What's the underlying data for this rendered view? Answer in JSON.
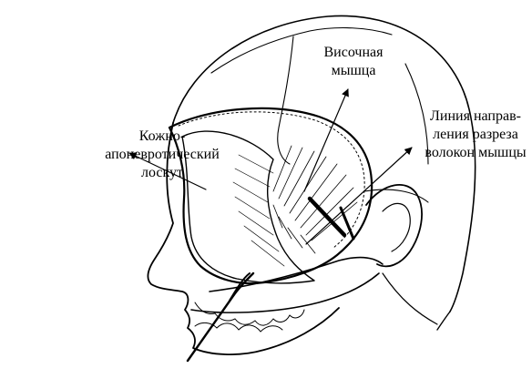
{
  "labels": {
    "skin_flap": {
      "lines": [
        "Кожно-",
        "апоневротический",
        "лоскут"
      ]
    },
    "temporal_muscle": {
      "lines": [
        "Височная",
        "мышца"
      ]
    },
    "incision_line": {
      "lines": [
        "Линия направ-",
        "ления разреза",
        "волокон мышцы"
      ]
    }
  },
  "colors": {
    "ink": "#000000",
    "background": "#ffffff"
  }
}
